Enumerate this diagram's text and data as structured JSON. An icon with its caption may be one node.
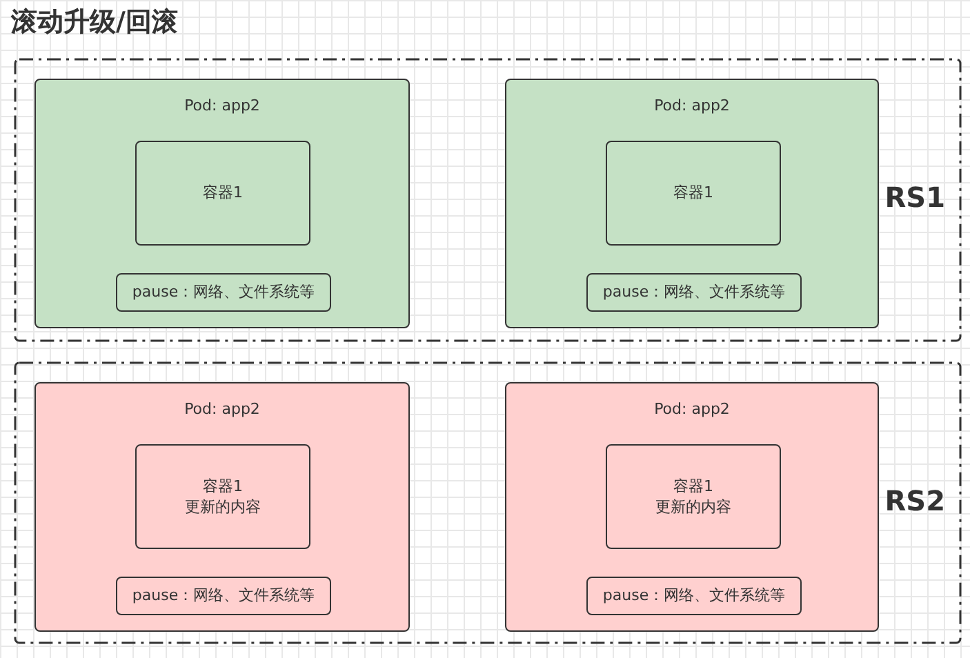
{
  "diagram": {
    "title": "滚动升级/回滚",
    "nodes": [
      {
        "text": [
          "RS1"
        ]
      },
      {
        "text": [
          "Pod: app2"
        ],
        "in": 0
      },
      {
        "text": [
          "容器1"
        ],
        "in": 1
      },
      {
        "text": [
          "pause：网络、文件系统等"
        ],
        "in": 1
      },
      {
        "text": [
          "Pod: app2"
        ],
        "in": 0
      },
      {
        "text": [
          "容器1"
        ],
        "in": 4
      },
      {
        "text": [
          "pause：网络、文件系统等"
        ],
        "in": 4
      },
      {
        "text": [
          "RS2"
        ]
      },
      {
        "text": [
          "Pod: app2"
        ],
        "in": 7
      },
      {
        "text": [
          "容器1",
          "更新的内容"
        ],
        "in": 8
      },
      {
        "text": [
          "pause：网络、文件系统等"
        ],
        "in": 8
      },
      {
        "text": [
          "Pod: app2"
        ],
        "in": 7
      },
      {
        "text": [
          "容器1",
          "更新的内容"
        ],
        "in": 11
      },
      {
        "text": [
          "pause：网络、文件系统等"
        ],
        "in": 11
      }
    ],
    "edges": []
  }
}
